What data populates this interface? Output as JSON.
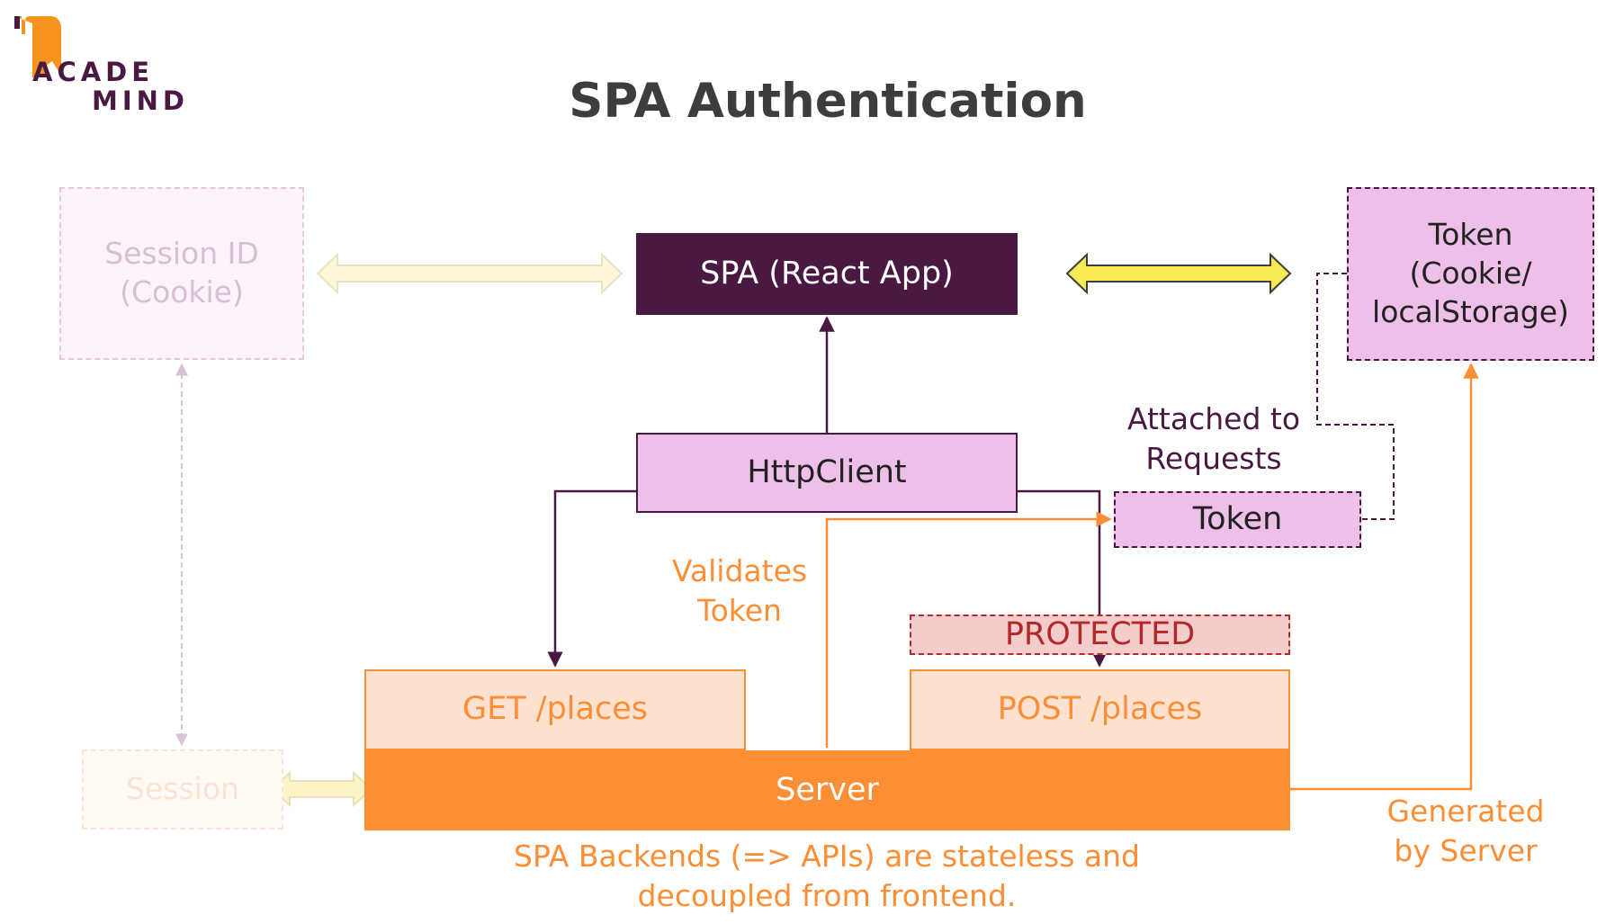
{
  "logo": {
    "line1": "ACADE",
    "line2": "MIND"
  },
  "title": "SPA Authentication",
  "nodes": {
    "session_id": "Session ID\n(Cookie)",
    "spa": "SPA (React App)",
    "token_storage": "Token\n(Cookie/\nlocalStorage)",
    "http_client": "HttpClient",
    "token": "Token",
    "protected": "PROTECTED",
    "get_places": "GET /places",
    "post_places": "POST /places",
    "server": "Server",
    "session": "Session"
  },
  "labels": {
    "attached": "Attached to\nRequests",
    "validates": "Validates\nToken",
    "generated": "Generated\nby Server",
    "footer": "SPA Backends (=> APIs) are stateless and\ndecoupled from frontend."
  },
  "colors": {
    "dark_purple": "#4a1942",
    "light_purple": "#eebfe8",
    "orange": "#fc8e35",
    "light_orange": "#fde2d2",
    "protected_fill": "#f5cccc",
    "protected_text": "#b12a2a",
    "yellow": "#f7ea54",
    "faded_text": "#d7bfd2"
  }
}
